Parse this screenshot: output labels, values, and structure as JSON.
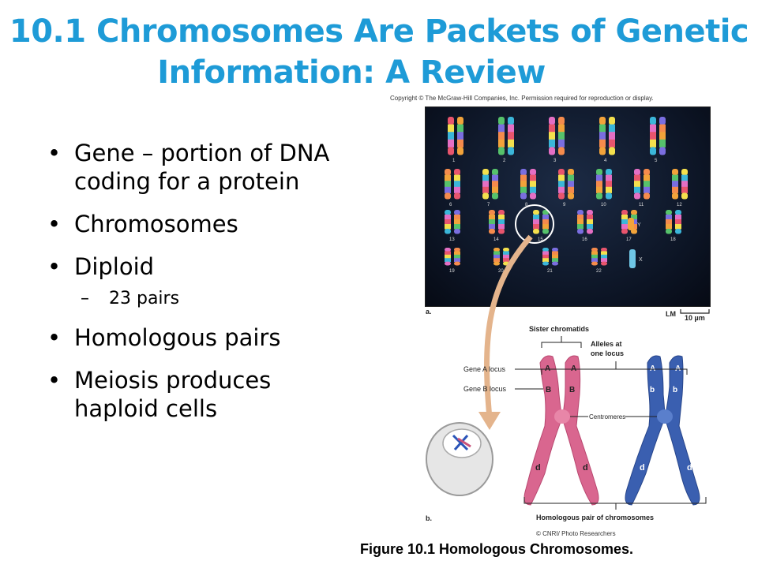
{
  "slide": {
    "title_line1": "10.1 Chromosomes Are Packets of Genetic",
    "title_line2": "Information: A Review",
    "copyright": "Copyright © The McGraw-Hill Companies, Inc. Permission required for reproduction or display.",
    "bullets": [
      {
        "text": "Gene – portion of DNA coding for a protein",
        "level": 1
      },
      {
        "text": "Chromosomes",
        "level": 1
      },
      {
        "text": "Diploid",
        "level": 1
      },
      {
        "text": "23 pairs",
        "level": 2
      },
      {
        "text": "Homologous pairs",
        "level": 1
      },
      {
        "text": "Meiosis produces haploid cells",
        "level": 1
      }
    ]
  },
  "figure": {
    "panel_a_label": "a.",
    "panel_b_label": "b.",
    "scale_lm": "LM",
    "scale_value": "10 µm",
    "karyotype_numbers": [
      "1",
      "2",
      "3",
      "4",
      "5",
      "6",
      "7",
      "8",
      "9",
      "10",
      "11",
      "12",
      "13",
      "14",
      "15",
      "16",
      "17",
      "18",
      "19",
      "20",
      "21",
      "22",
      "X",
      "Y"
    ],
    "sister_chromatids": "Sister chromatids",
    "alleles_line1": "Alleles at",
    "alleles_line2": "one locus",
    "gene_a_locus": "Gene A locus",
    "gene_b_locus": "Gene B locus",
    "centromeres": "Centromeres",
    "homologous_pair": "Homologous pair of chromosomes",
    "credit": "© CNRI/ Photo Researchers",
    "caption": "Figure 10.1 Homologous Chromosomes.",
    "alleles": {
      "pink_top": "A",
      "pink_mid": "B",
      "pink_bottom": "d",
      "blue_top": "A",
      "blue_mid": "b",
      "blue_bottom": "d"
    },
    "colors": {
      "pink": "#d9668f",
      "blue": "#3a5fb0",
      "title": "#1e9bd7"
    }
  }
}
